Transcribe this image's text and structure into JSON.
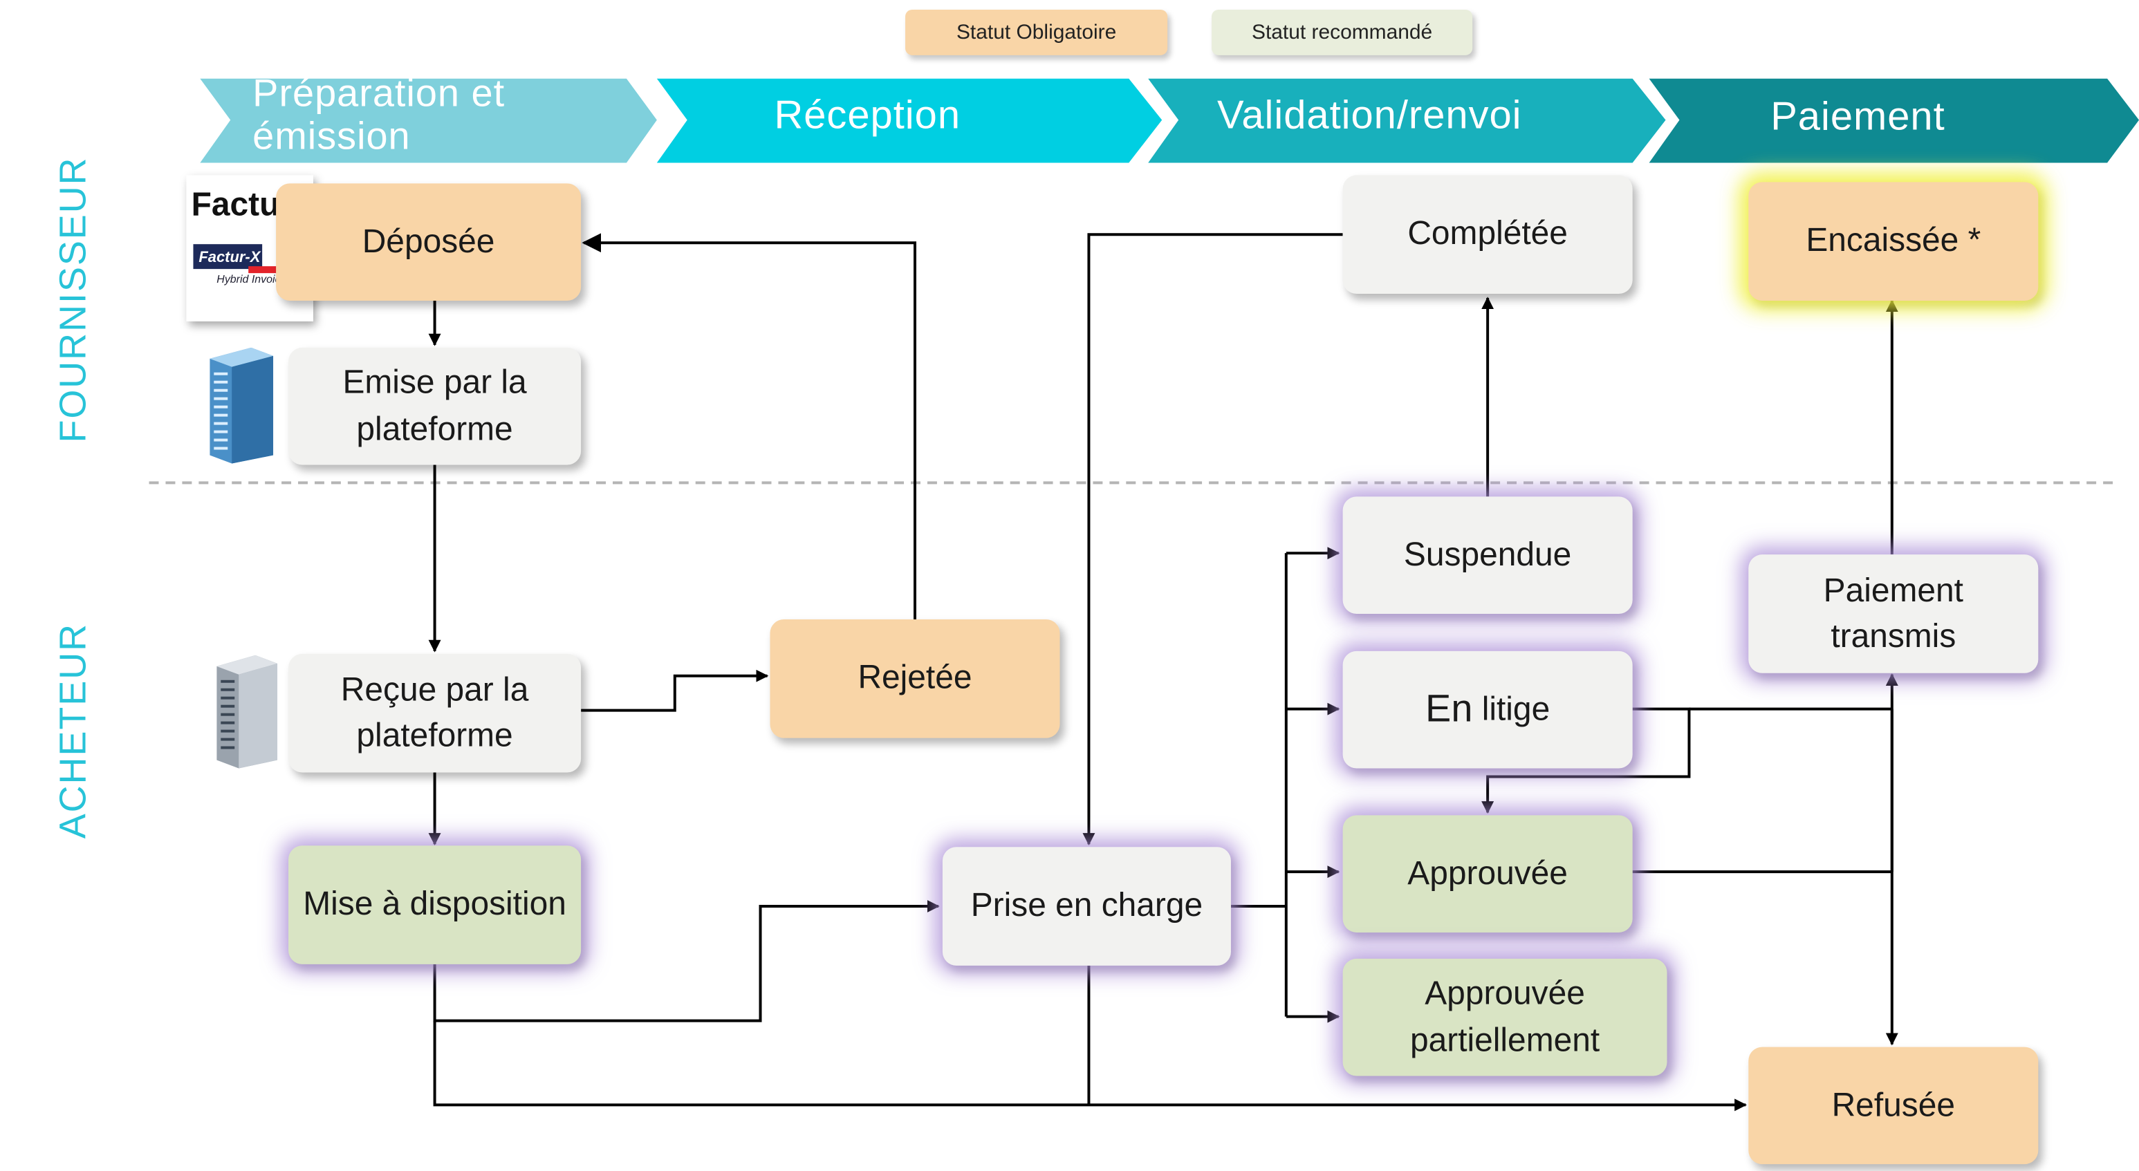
{
  "legend": {
    "mandatory": "Statut Obligatoire",
    "recommended": "Statut recommandé"
  },
  "phases": [
    {
      "line1": "Préparation et",
      "line2": "émission"
    },
    {
      "line1": "Réception"
    },
    {
      "line1": "Validation/renvoi"
    },
    {
      "line1": "Paiement"
    }
  ],
  "roles": {
    "supplier": "FOURNISSEUR",
    "buyer": "ACHETEUR"
  },
  "invoice_card": {
    "title": "Facture",
    "logo_text": "Factur-X",
    "logo_sub": "Hybrid Invoice"
  },
  "statuses": {
    "deposee": "Déposée",
    "emise": "Emise par la plateforme",
    "recue": "Reçue par la plateforme",
    "mise_dispo": "Mise à disposition",
    "rejetee": "Rejetée",
    "prise_charge": "Prise en charge",
    "completee": "Complétée",
    "suspendue": "Suspendue",
    "en_litige_1": "En",
    "en_litige_2": "litige",
    "approuvee": "Approuvée",
    "approuvee_partiellement": "Approuvée partiellement",
    "encaissee": "Encaissée *",
    "paiement_transmis": "Paiement transmis",
    "refusee": "Refusée"
  },
  "colors": {
    "mandatory": "#f9d5a7",
    "recommended_grey": "#f2f2f0",
    "recommended_green": "#d9e4c4",
    "phase1": "#7fd0dc",
    "phase2": "#00cfe2",
    "phase3": "#18b0bc",
    "phase4": "#0f8a92",
    "role_text": "#27c3d8",
    "highlight_purple": "#aa8cd7",
    "highlight_yellow": "#f0f03c"
  }
}
